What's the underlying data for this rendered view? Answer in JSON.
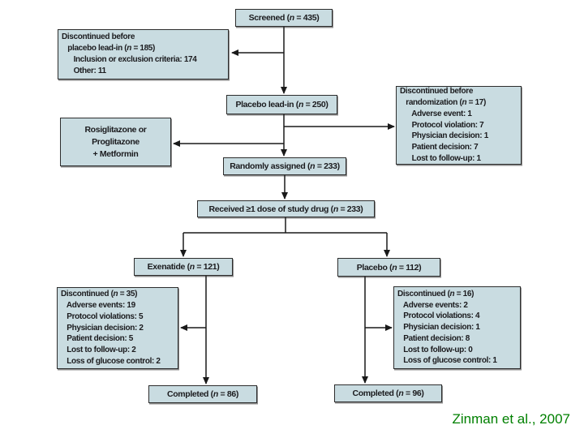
{
  "colors": {
    "page_background": "#ffffff",
    "box_fill": "#c9dce1",
    "box_border": "#2d2d2d",
    "box_text": "#1b1b1e",
    "connector": "#1a1a1a",
    "citation_text": "#008000"
  },
  "diagram": {
    "citation": "Zinman et al., 2007",
    "boxes": [
      {
        "id": "screened",
        "align": "center",
        "lines": [
          "Screened (n = 435)"
        ]
      },
      {
        "id": "discontinued-before-placebo-lead-in",
        "align": "left",
        "lines": [
          "Discontinued before",
          "   placebo lead-in (n = 185)",
          "      Inclusion or exclusion criteria: 174",
          "      Other: 11"
        ]
      },
      {
        "id": "placebo-lead-in",
        "align": "center",
        "lines": [
          "Placebo lead-in (n = 250)"
        ]
      },
      {
        "id": "discontinued-before-randomization",
        "align": "left",
        "lines": [
          "Discontinued before",
          "   randomization (n = 17)",
          "      Adverse event: 1",
          "      Protocol violation: 7",
          "      Physician decision: 1",
          "      Patient decision: 7",
          "      Lost to follow-up: 1"
        ]
      },
      {
        "id": "rosiglitazone-metformin",
        "align": "center",
        "lines": [
          "Rosiglitazone or",
          "Proglitazone",
          "+ Metformin"
        ]
      },
      {
        "id": "randomly-assigned",
        "align": "center",
        "lines": [
          "Randomly assigned (n = 233)"
        ]
      },
      {
        "id": "received-dose",
        "align": "center",
        "lines": [
          "Received ≥1 dose of study drug (n = 233)"
        ]
      },
      {
        "id": "exenatide",
        "align": "center",
        "lines": [
          "Exenatide (n = 121)"
        ]
      },
      {
        "id": "placebo",
        "align": "center",
        "lines": [
          "Placebo (n = 112)"
        ]
      },
      {
        "id": "discontinued-exenatide",
        "align": "left",
        "lines": [
          "Discontinued (n = 35)",
          "   Adverse events: 19",
          "   Protocol violations: 5",
          "   Physician decision: 2",
          "   Patient decision: 5",
          "   Lost to follow-up: 2",
          "   Loss of glucose control: 2"
        ]
      },
      {
        "id": "discontinued-placebo",
        "align": "left",
        "lines": [
          "Discontinued (n = 16)",
          "   Adverse events: 2",
          "   Protocol violations: 4",
          "   Physician decision: 1",
          "   Patient decision: 8",
          "   Lost to follow-up: 0",
          "   Loss of glucose control: 1"
        ]
      },
      {
        "id": "completed-exenatide",
        "align": "center",
        "lines": [
          "Completed (n = 86)"
        ]
      },
      {
        "id": "completed-placebo",
        "align": "center",
        "lines": [
          "Completed (n = 96)"
        ]
      }
    ]
  }
}
